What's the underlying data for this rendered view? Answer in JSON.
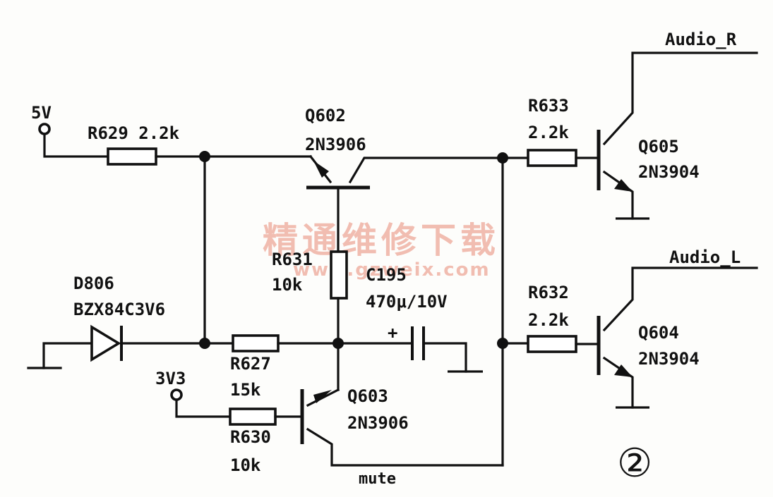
{
  "nets": {
    "v5": "5V",
    "v3v3": "3V3",
    "audio_r": "Audio_R",
    "audio_l": "Audio_L",
    "mute": "mute"
  },
  "resistors": {
    "r629": {
      "ref": "R629",
      "value": "2.2k",
      "label": "R629 2.2k"
    },
    "r631": {
      "ref": "R631",
      "value": "10k"
    },
    "r627": {
      "ref": "R627",
      "value": "15k"
    },
    "r630": {
      "ref": "R630",
      "value": "10k"
    },
    "r633": {
      "ref": "R633",
      "value": "2.2k"
    },
    "r632": {
      "ref": "R632",
      "value": "2.2k"
    }
  },
  "transistors": {
    "q602": {
      "ref": "Q602",
      "type": "2N3906"
    },
    "q603": {
      "ref": "Q603",
      "type": "2N3906"
    },
    "q605": {
      "ref": "Q605",
      "type": "2N3904"
    },
    "q604": {
      "ref": "Q604",
      "type": "2N3904"
    }
  },
  "diode": {
    "ref": "D806",
    "type": "BZX84C3V6"
  },
  "capacitor": {
    "ref": "C195",
    "value": "470μ/10V",
    "plus": "+"
  },
  "figure_marker": "②",
  "watermark": {
    "text": "精通维修下载",
    "url": "www.gzweix.com",
    "color": "#e98a76"
  }
}
